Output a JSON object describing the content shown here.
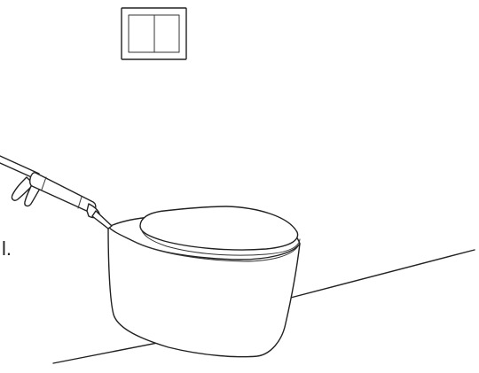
{
  "caption_fragment": "l.",
  "illustration": {
    "objects": [
      "flush-plate",
      "caulking-gun",
      "wall-hung-toilet",
      "floor-line"
    ]
  },
  "colors": {
    "line": "#222222",
    "background": "#ffffff"
  }
}
